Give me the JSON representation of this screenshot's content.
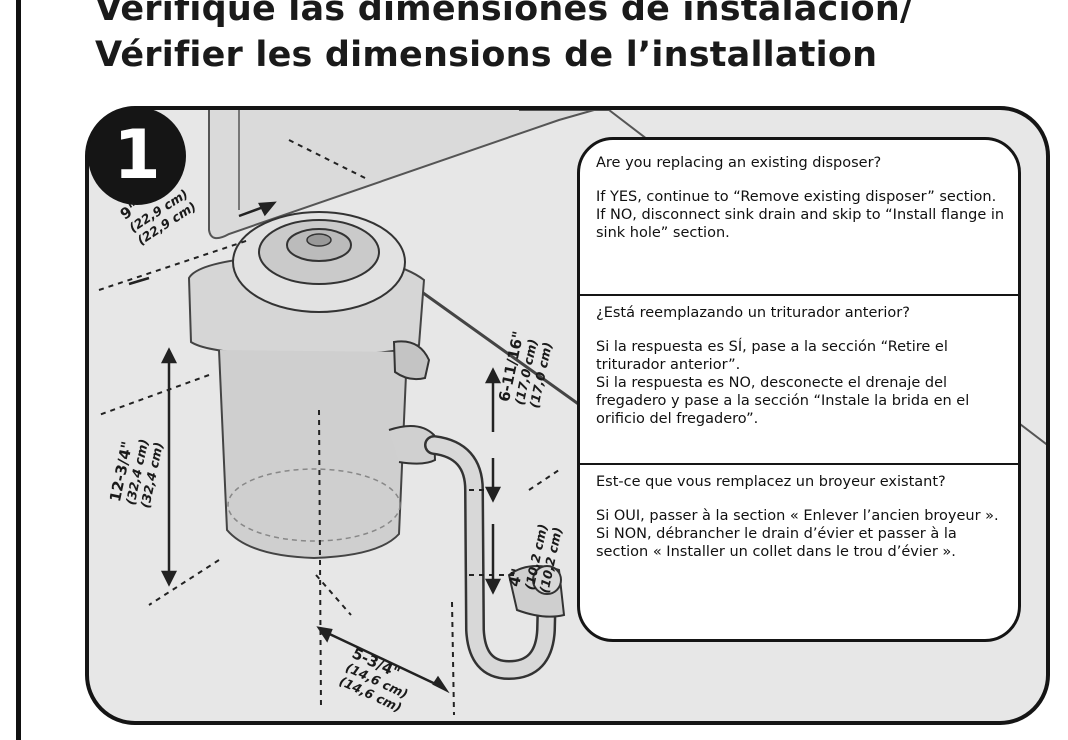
{
  "title": {
    "line1": "Verifique las dimensiones de instalación/",
    "line2": "Vérifier les dimensions de l’installation"
  },
  "step_number": "1",
  "callout": {
    "en": {
      "question": "Are you replacing an existing disposer?",
      "yes": "If YES, continue to “Remove existing disposer” section.",
      "no": "If NO, disconnect sink drain and skip to “Install flange in sink hole” section."
    },
    "es": {
      "question": "¿Está reemplazando un triturador anterior?",
      "yes": "Si la respuesta es SÍ, pase a la sección “Retire el triturador anterior”.",
      "no": "Si la respuesta es NO, desconecte el drenaje del fregadero y pase a la sección “Instale la brida en el orificio del fregadero”."
    },
    "fr": {
      "question": "Est-ce que vous remplacez un broyeur existant?",
      "yes": "Si OUI, passer à la section « Enlever l’ancien broyeur ».",
      "no": "Si NON, débrancher le drain d’évier et passer à la section « Installer un collet dans le trou d’évier »."
    }
  },
  "dimensions": {
    "d9": {
      "value": "9\"",
      "metric1": "(22,9 cm)",
      "metric2": "(22,9 cm)"
    },
    "d1234": {
      "value": "12-3/4\"",
      "metric1": "(32,4 cm)",
      "metric2": "(32,4 cm)"
    },
    "d61116": {
      "value": "6-11/16\"",
      "metric1": "(17,0 cm)",
      "metric2": "(17,0 cm)"
    },
    "d4": {
      "value": "4\"",
      "metric1": "(10,2 cm)",
      "metric2": "(10,2 cm)"
    },
    "d534": {
      "value": "5-3/4\"",
      "metric1": "(14,6 cm)",
      "metric2": "(14,6 cm)"
    }
  }
}
